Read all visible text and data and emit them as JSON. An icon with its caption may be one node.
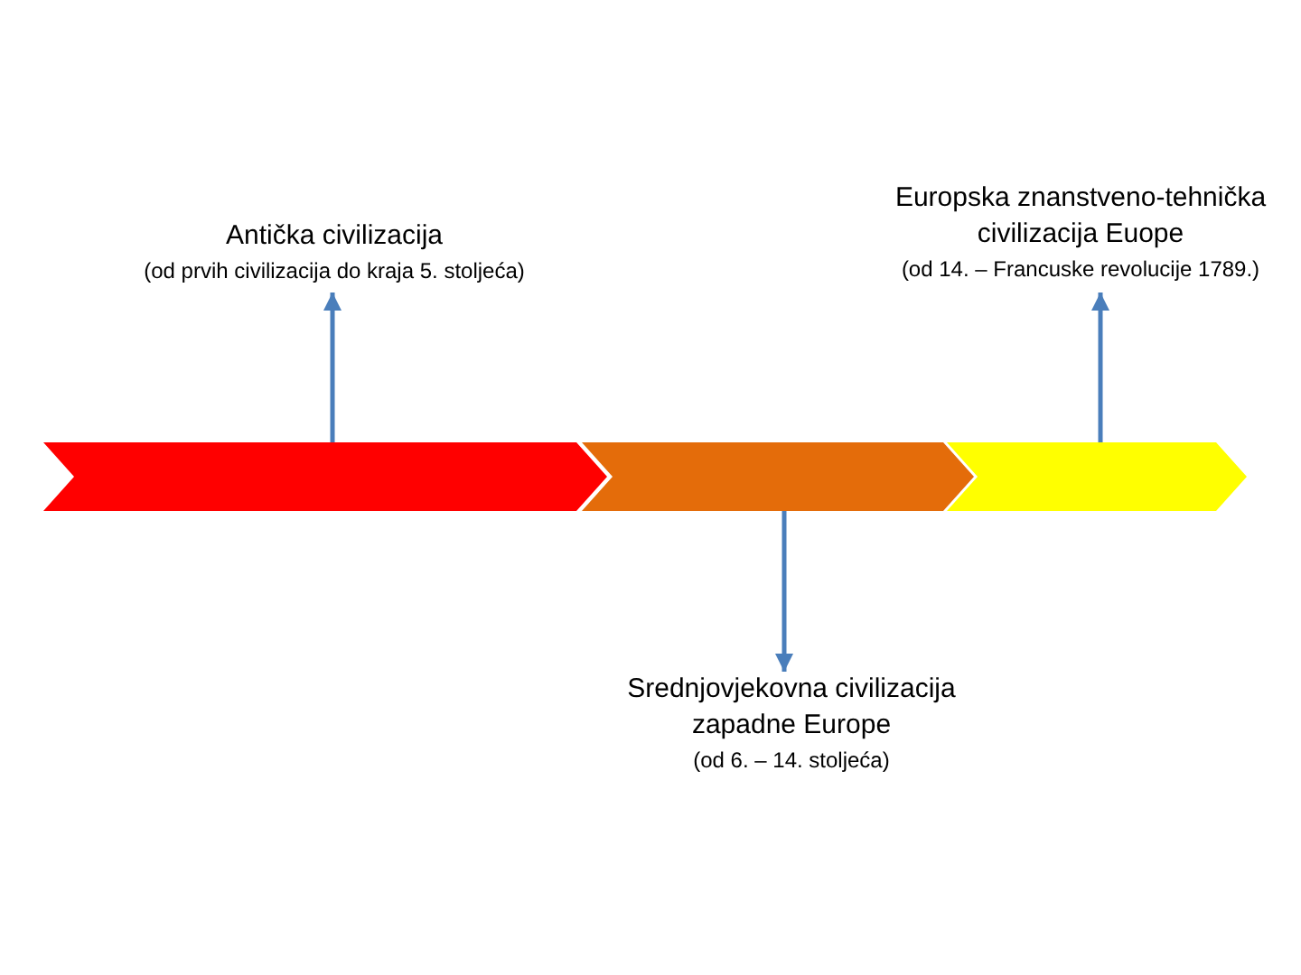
{
  "diagram": {
    "nodes": [
      {
        "text": [
          "Antička civilizacija",
          "(od prvih civilizacija do kraja 5. stoljeća)"
        ]
      },
      {
        "text": [
          "Europska znanstveno-tehnička civilizacija Euope",
          "(od 14. – Francuske revolucije 1789.)"
        ]
      },
      {
        "text": [],
        "shape": "chevron"
      },
      {
        "text": [],
        "shape": "chevron"
      },
      {
        "text": [],
        "shape": "chevron"
      },
      {
        "text": [
          "Srednjovjekovna civilizacija zapadne Europe",
          "(od 6. – 14. stoljeća)"
        ]
      }
    ],
    "edges": [
      {
        "from": 2,
        "to": 0,
        "arrow": "to"
      },
      {
        "from": 4,
        "to": 1,
        "arrow": "to"
      },
      {
        "from": 3,
        "to": 5,
        "arrow": "to"
      }
    ]
  }
}
